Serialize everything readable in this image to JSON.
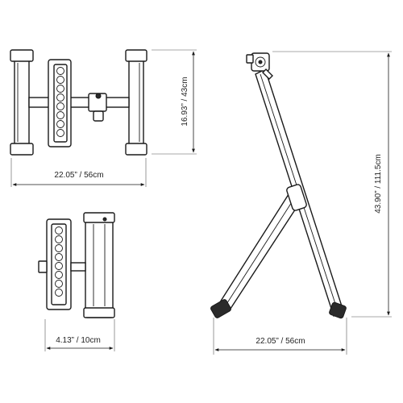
{
  "dimensions": {
    "top_view_width": "22.05” / 56cm",
    "top_view_depth": "16.93” / 43cm",
    "folded_width": "4.13” / 10cm",
    "side_view_base": "22.05” / 56cm",
    "side_view_height": "43.90” / 111.5cm"
  }
}
